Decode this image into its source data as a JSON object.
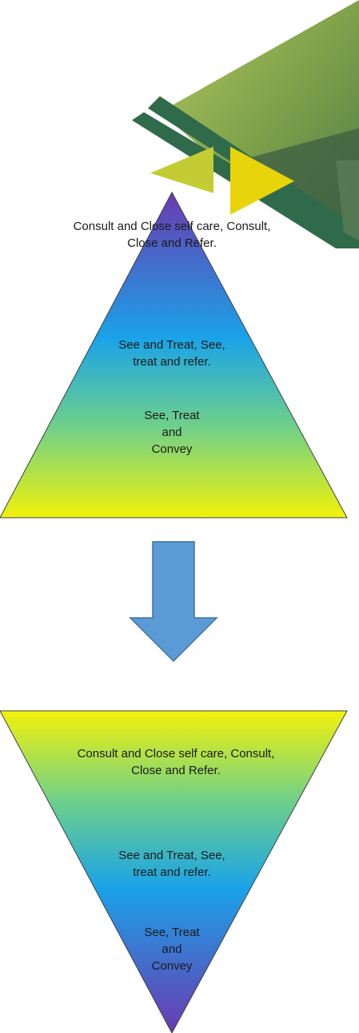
{
  "top_pyramid": {
    "tier1": "Consult and Close self care, Consult,\nClose and Refer.",
    "tier2": "See and Treat, See,\ntreat and refer.",
    "tier3": "See, Treat\nand\nConvey"
  },
  "bottom_pyramid": {
    "tier1": "Consult and Close self care, Consult,\nClose and Refer.",
    "tier2": "See and Treat, See,\ntreat and refer.",
    "tier3": "See, Treat\nand\nConvey"
  },
  "colors": {
    "gradient_purple": "#6a3ab0",
    "gradient_blue": "#1aa3e8",
    "gradient_yellow": "#f2f20a",
    "arrow_fill": "#5b9bd5",
    "arrow_stroke": "#41719c",
    "band_green": "#2f6b4a",
    "photo_green": "#8fb04a",
    "chevron_olive": "#c3cc33",
    "chevron_yellow": "#e8d40a"
  },
  "icons": [
    "arrow-down-icon",
    "chevron-left-icon",
    "chevron-right-icon"
  ]
}
